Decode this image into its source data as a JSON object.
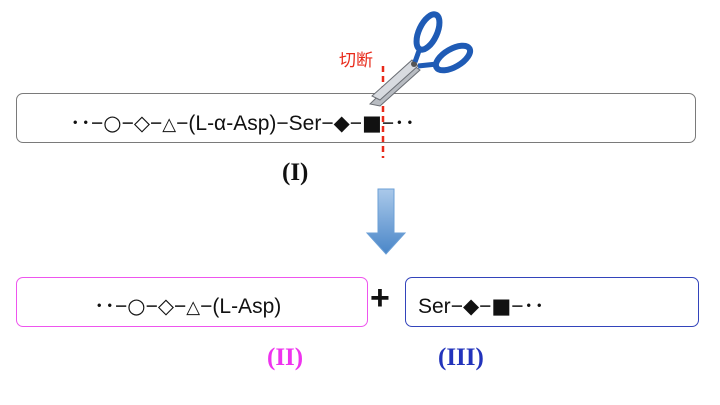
{
  "cut_label": "切断",
  "molecule_i": {
    "chain_start": "･･−",
    "circle": "○",
    "diamond": "◇",
    "triangle": "△",
    "residue_asp": "(L-α-Asp)",
    "residue_ser": "Ser",
    "filled_diamond": "◆",
    "filled_square": "■",
    "link": "−",
    "chain_end": "･･",
    "label": "(I)"
  },
  "molecule_ii": {
    "chain_start": "･･−",
    "circle": "○",
    "diamond": "◇",
    "triangle": "△",
    "residue_asp": "(L-Asp)",
    "link": "−",
    "label": "(II)"
  },
  "plus": "+",
  "molecule_iii": {
    "residue_ser": "Ser",
    "filled_diamond": "◆",
    "filled_square": "■",
    "link": "−",
    "chain_end": "･･",
    "label": "(III)"
  },
  "colors": {
    "cut_red": "#e82a1a",
    "box_ii_border": "#ee55ee",
    "box_iii_border": "#3344bb",
    "label_ii": "#ee33ee",
    "label_iii": "#2233bb",
    "arrow_blue": "#5b9bd5",
    "scissor_handle": "#1f5bb5"
  },
  "icons": [
    "scissors-icon",
    "down-arrow-icon"
  ]
}
